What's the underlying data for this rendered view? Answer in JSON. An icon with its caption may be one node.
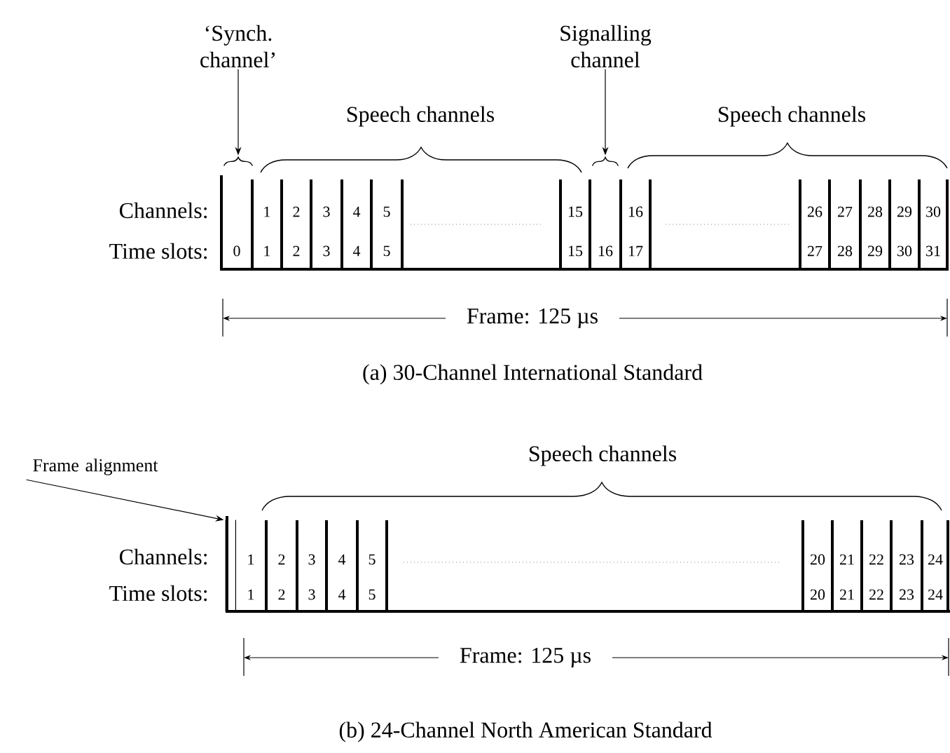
{
  "diagram": {
    "nodes": [
      {
        "text": [
          "‘Synch. channel’"
        ]
      },
      {
        "text": [
          "Signalling channel"
        ]
      },
      {
        "text": [
          "Frame alignment"
        ]
      },
      {
        "text": [],
        "shape": "brace"
      },
      {
        "text": [],
        "shape": "brace"
      },
      {
        "text": [],
        "shape": "bar"
      }
    ],
    "edges": [
      {
        "from": 0,
        "to": 3,
        "arrow": "to"
      },
      {
        "from": 1,
        "to": 4,
        "arrow": "to"
      },
      {
        "from": 2,
        "to": 5,
        "arrow": "to"
      }
    ],
    "labels": [
      "Speech channels",
      "Speech channels",
      "Channels:",
      "1",
      "2",
      "3",
      "4",
      "5",
      "15",
      "16",
      "26",
      "27",
      "28",
      "29",
      "30",
      "Time slots:",
      "0",
      "1",
      "2",
      "3",
      "4",
      "5",
      "15",
      "16",
      "17",
      "27",
      "28",
      "29",
      "30",
      "31",
      "Frame: 125 µs",
      "(a) 30-Channel International Standard",
      "Speech channels",
      "Channels:",
      "1",
      "2",
      "3",
      "4",
      "5",
      "20",
      "21",
      "22",
      "23",
      "24",
      "Time slots:",
      "1",
      "2",
      "3",
      "4",
      "5",
      "20",
      "21",
      "22",
      "23",
      "24",
      "Frame: 125 µs",
      "(b) 24-Channel North American Standard"
    ]
  }
}
